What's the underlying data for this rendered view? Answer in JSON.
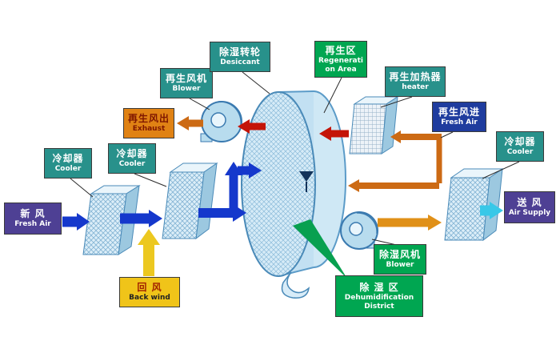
{
  "labels": {
    "fresh_air_in": {
      "zh": "新 风",
      "en": "Fresh Air"
    },
    "cooler_1": {
      "zh": "冷却器",
      "en": "Cooler"
    },
    "cooler_2": {
      "zh": "冷却器",
      "en": "Cooler"
    },
    "regen_blower": {
      "zh": "再生风机",
      "en": "Blower"
    },
    "desiccant_wheel": {
      "zh": "除湿转轮",
      "en": "Desiccant"
    },
    "regen_area": {
      "zh": "再生区",
      "en": "Regeneration Area"
    },
    "regen_heater": {
      "zh": "再生加热器",
      "en": "heater"
    },
    "regen_exhaust": {
      "zh": "再生风出",
      "en": "Exhaust"
    },
    "regen_fresh_air": {
      "zh": "再生风进",
      "en": "Fresh Air"
    },
    "cooler_3": {
      "zh": "冷却器",
      "en": "Cooler"
    },
    "air_supply": {
      "zh": "送 风",
      "en": "Air Supply"
    },
    "dehumid_blower": {
      "zh": "除湿风机",
      "en": "Blower"
    },
    "dehumid_area": {
      "zh": "除 湿 区",
      "en": "Dehumidification District"
    },
    "back_wind": {
      "zh": "回 风",
      "en": "Back wind"
    }
  },
  "colors": {
    "label_teal": "#28918b",
    "label_green": "#00a651",
    "label_purple": "#4e4094",
    "label_dark_blue": "#1f3c9e",
    "label_orange": "#e08214",
    "label_yellow": "#f0c419",
    "process_arrow_blue": "#1538cc",
    "regen_arrow_orange": "#cc6a14",
    "hot_air_arrow_red": "#c41408",
    "supply_arrow_cyan": "#38c8e8",
    "return_arrow_yellow": "#ecc820",
    "wheel_blue": "#c2e0f2",
    "dehumid_pointer_green": "#08a050"
  }
}
